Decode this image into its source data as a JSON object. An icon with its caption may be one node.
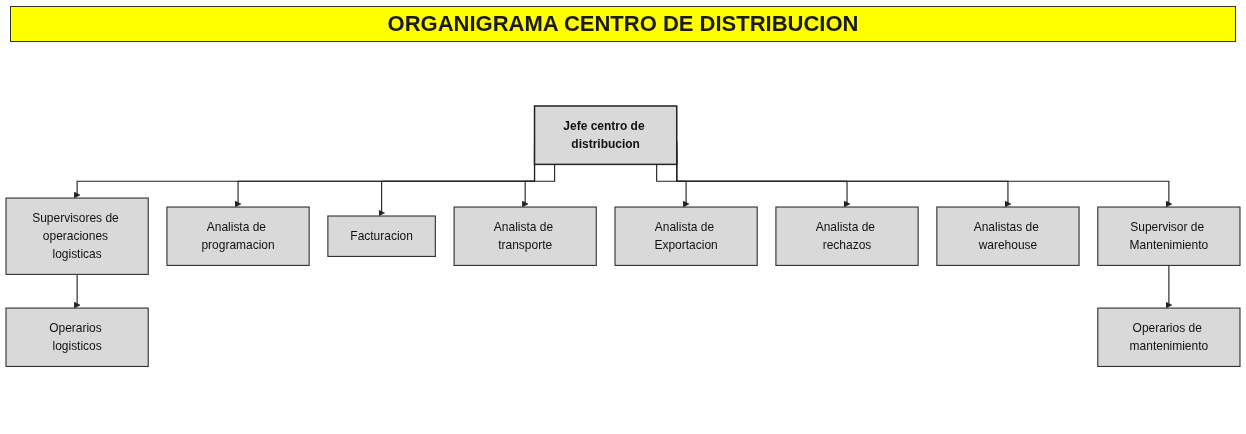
{
  "diagram": {
    "title": "ORGANIGRAMA CENTRO DE DISTRIBUCION",
    "nodes": [
      {
        "text": [
          "Jefe centro de distribucion"
        ]
      },
      {
        "text": [
          "Supervisores de operaciones logisticas"
        ]
      },
      {
        "text": [
          "Analista de programacion"
        ]
      },
      {
        "text": [
          "Facturacion"
        ]
      },
      {
        "text": [
          "Analista de transporte"
        ]
      },
      {
        "text": [
          "Analista de Exportacion"
        ]
      },
      {
        "text": [
          "Analista de rechazos"
        ]
      },
      {
        "text": [
          "Analistas de warehouse"
        ]
      },
      {
        "text": [
          "Supervisor de Mantenimiento"
        ]
      },
      {
        "text": [
          "Operarios logisticos"
        ]
      },
      {
        "text": [
          "Operarios de mantenimiento"
        ]
      }
    ],
    "edges": [
      {
        "from": 0,
        "to": 1,
        "arrow": "to"
      },
      {
        "from": 0,
        "to": 2,
        "arrow": "to"
      },
      {
        "from": 0,
        "to": 3,
        "arrow": "to"
      },
      {
        "from": 0,
        "to": 4,
        "arrow": "to"
      },
      {
        "from": 0,
        "to": 5,
        "arrow": "to"
      },
      {
        "from": 0,
        "to": 6,
        "arrow": "to"
      },
      {
        "from": 0,
        "to": 7,
        "arrow": "to"
      },
      {
        "from": 0,
        "to": 8,
        "arrow": "to"
      },
      {
        "from": 1,
        "to": 9,
        "arrow": "to"
      },
      {
        "from": 8,
        "to": 10,
        "arrow": "to"
      }
    ]
  }
}
